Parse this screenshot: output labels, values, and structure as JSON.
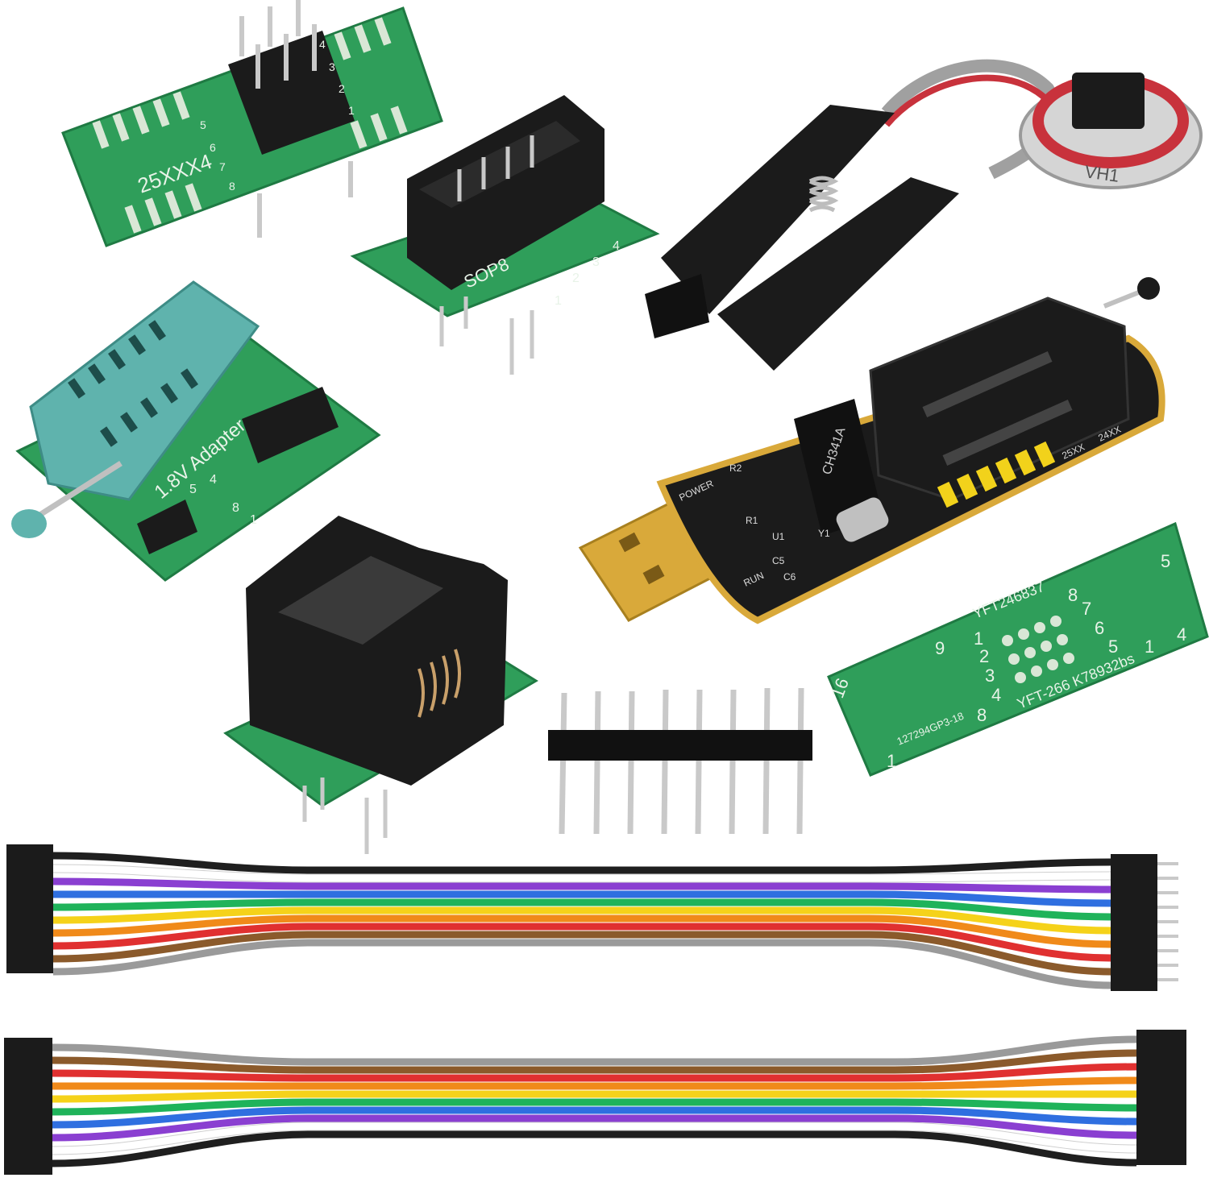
{
  "colors": {
    "background": "#ffffff",
    "pcb_green": "#2f9e5a",
    "pcb_dark": "#1f7a43",
    "socket_black": "#1b1b1b",
    "zif_teal": "#5fb3ad",
    "usb_gold": "#d9a93a",
    "pin_yellow": "#f2d21b",
    "ribbon_red": "#c8323c"
  },
  "adapter_8pin_top": {
    "label": "25XXX4",
    "pins": [
      "5",
      "6",
      "7",
      "8",
      "4",
      "3",
      "2",
      "1"
    ]
  },
  "idc_adapter": {
    "label": "SOP8",
    "pins": [
      "1",
      "2",
      "3",
      "4"
    ]
  },
  "zif_adapter": {
    "label": "1.8V Adapter",
    "pins": [
      "1",
      "4",
      "5",
      "8"
    ]
  },
  "programmer": {
    "chip_label": "CH341A",
    "header_labels": [
      "25XX",
      "24XX"
    ],
    "led_power": "POWER",
    "led_run": "RUN",
    "component_labels": [
      "R1",
      "R2",
      "U1",
      "Y1",
      "C5",
      "C6"
    ]
  },
  "adapter_16pin": {
    "code_top": "YFT246837",
    "code_bottom": "YFT-266 K78932bs",
    "code_side": "127294GP3-18",
    "numbers": [
      "16",
      "9",
      "1",
      "8",
      "5",
      "4",
      "1",
      "8",
      "7",
      "6",
      "5",
      "1",
      "2",
      "3",
      "4"
    ]
  },
  "ribbon_cable": {
    "label": "VH1"
  },
  "jumper_wire_colors": [
    "#1f1f1f",
    "#ffffff",
    "#8a3fd1",
    "#2f6fe0",
    "#1fb35a",
    "#f5d21a",
    "#f08a1a",
    "#e03030",
    "#8b5a2b",
    "#9a9a9a"
  ]
}
